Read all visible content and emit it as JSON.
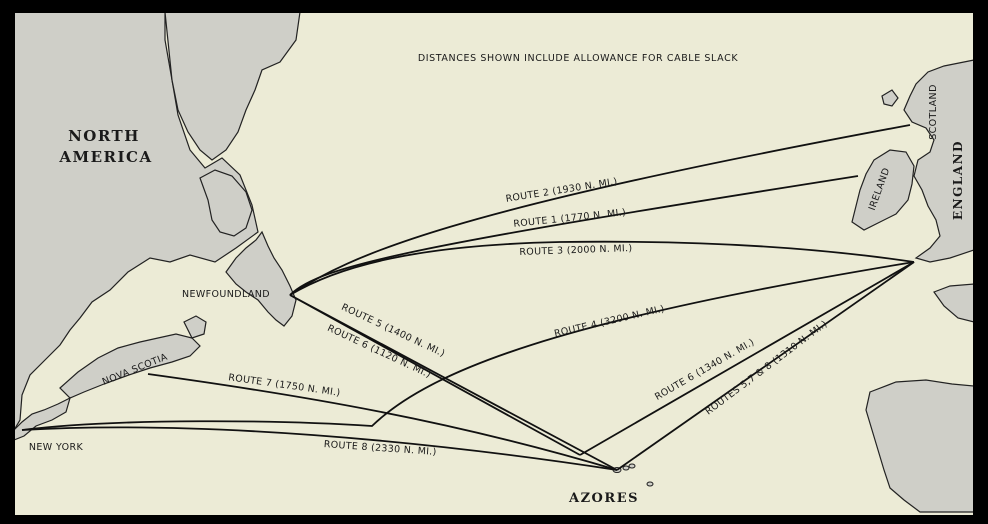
{
  "map": {
    "note": "DISTANCES SHOWN INCLUDE ALLOWANCE FOR CABLE SLACK",
    "places": {
      "north_america_line1": "NORTH",
      "north_america_line2": "AMERICA",
      "newfoundland": "NEWFOUNDLAND",
      "nova_scotia": "NOVA SCOTIA",
      "new_york": "NEW YORK",
      "azores": "AZORES",
      "ireland": "IRELAND",
      "scotland": "SCOTLAND",
      "england": "ENGLAND"
    },
    "routes": [
      {
        "id": "route2",
        "label": "ROUTE 2 (1930 N. MI.)"
      },
      {
        "id": "route1",
        "label": "ROUTE 1 (1770 N. MI.)"
      },
      {
        "id": "route3",
        "label": "ROUTE 3 (2000 N. MI.)"
      },
      {
        "id": "route5",
        "label": "ROUTE 5 (1400 N. MI.)"
      },
      {
        "id": "route6a",
        "label": "ROUTE 6 (1120 N. MI.)"
      },
      {
        "id": "route4",
        "label": "ROUTE 4 (3200 N. MI.)"
      },
      {
        "id": "route7",
        "label": "ROUTE 7 (1750 N. MI.)"
      },
      {
        "id": "route6b",
        "label": "ROUTE 6 (1340 N. MI.)"
      },
      {
        "id": "route578",
        "label": "ROUTES 5,7 & 8 (1310 N. MI.)"
      },
      {
        "id": "route8",
        "label": "ROUTE 8 (2330 N. MI.)"
      }
    ],
    "colors": {
      "sea": "#ecebd6",
      "land": "#cfcfc8",
      "line": "#111111",
      "frame": "#000000"
    }
  }
}
